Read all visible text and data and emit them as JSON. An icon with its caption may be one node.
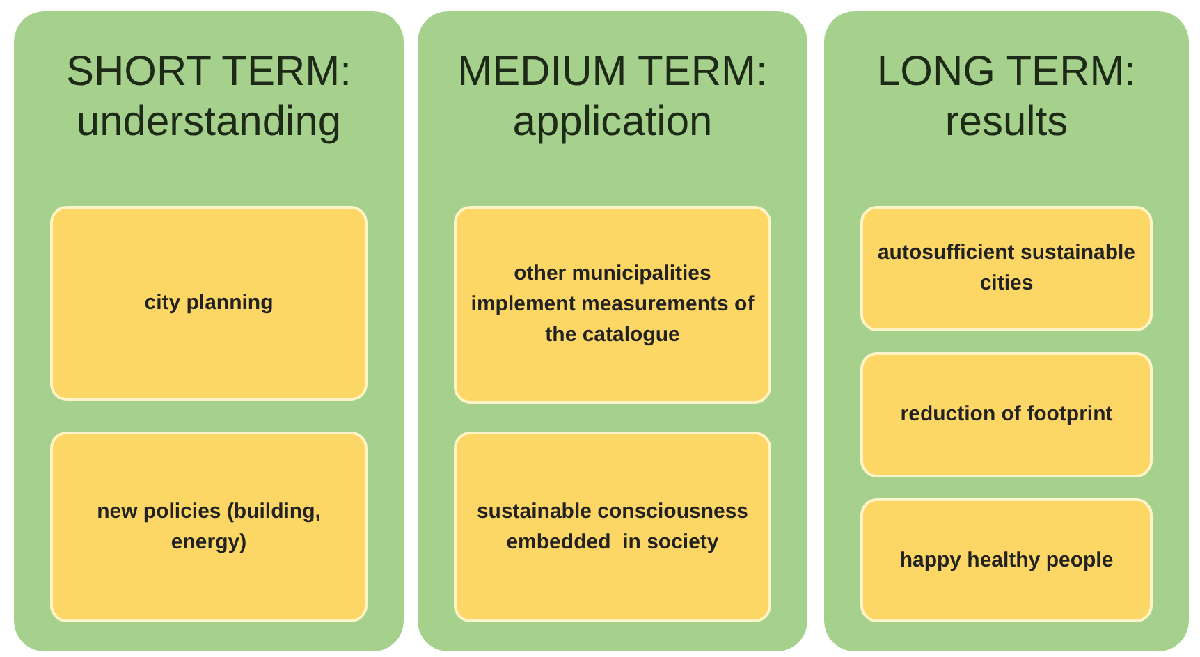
{
  "diagram": {
    "nodes": [
      {
        "text": [
          "SHORT TERM: understanding"
        ]
      },
      {
        "text": [
          "city planning"
        ],
        "in": 0
      },
      {
        "text": [
          "new policies (building, energy)"
        ],
        "in": 0
      },
      {
        "text": [
          "MEDIUM TERM: application"
        ]
      },
      {
        "text": [
          "other municipalities implement measurements of the catalogue"
        ],
        "in": 3
      },
      {
        "text": [
          "sustainable consciousness embedded  in society"
        ],
        "in": 3
      },
      {
        "text": [
          "LONG TERM: results"
        ]
      },
      {
        "text": [
          "autosufficient sustainable cities"
        ],
        "in": 6
      },
      {
        "text": [
          "reduction of footprint"
        ],
        "in": 6
      },
      {
        "text": [
          "happy healthy people"
        ],
        "in": 6
      }
    ]
  }
}
